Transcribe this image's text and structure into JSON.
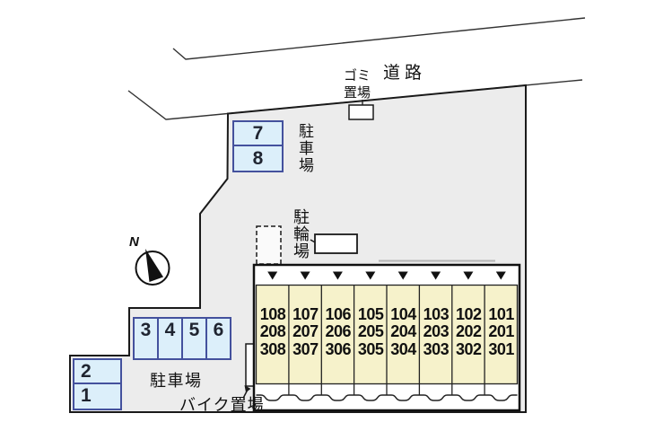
{
  "road": {
    "label": "道路"
  },
  "garbage": {
    "label_lines": [
      "ゴミ",
      "置場"
    ]
  },
  "north_indicator": {
    "label": "N"
  },
  "parking_lot_top": {
    "label": "駐車場",
    "spaces": [
      "7",
      "8"
    ]
  },
  "bicycle_parking": {
    "label": "駐輪場"
  },
  "building": {
    "columns": [
      [
        "108",
        "208",
        "308"
      ],
      [
        "107",
        "207",
        "307"
      ],
      [
        "106",
        "206",
        "306"
      ],
      [
        "105",
        "205",
        "305"
      ],
      [
        "104",
        "204",
        "304"
      ],
      [
        "103",
        "203",
        "303"
      ],
      [
        "102",
        "202",
        "302"
      ],
      [
        "101",
        "201",
        "301"
      ]
    ]
  },
  "parking_lot_side": {
    "spaces": [
      "3",
      "4",
      "5",
      "6"
    ]
  },
  "parking_lot_bottom": {
    "label": "駐車場",
    "spaces": [
      "2",
      "1"
    ]
  },
  "motorcycle_parking": {
    "label": "バイク置場"
  },
  "colors": {
    "site_fill": "#ececec",
    "building_unit_fill": "#f6f2cb",
    "parking_space_fill": "#dceffa",
    "parking_space_border": "#44519d",
    "outline": "#1a1a1a"
  }
}
